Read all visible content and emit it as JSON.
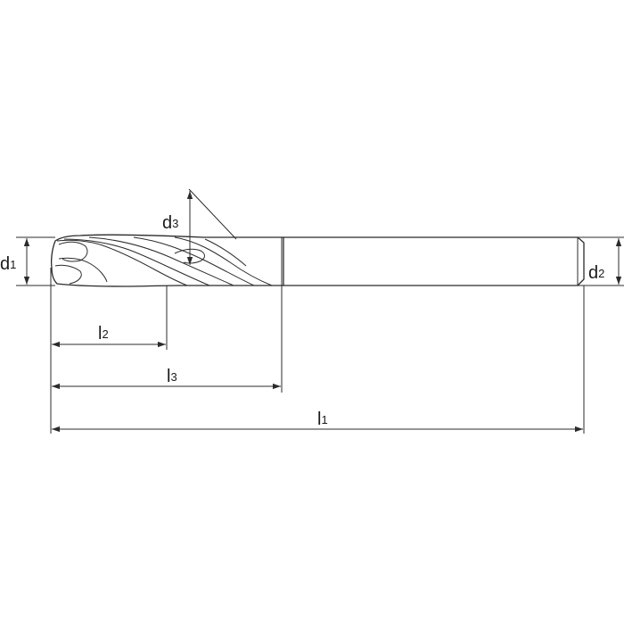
{
  "labels": {
    "d1": {
      "main": "d",
      "sub": "1"
    },
    "d2": {
      "main": "d",
      "sub": "2"
    },
    "d3": {
      "main": "d",
      "sub": "3"
    },
    "l1": {
      "main": "l",
      "sub": "1"
    },
    "l2": {
      "main": "l",
      "sub": "2"
    },
    "l3": {
      "main": "l",
      "sub": "3"
    }
  },
  "colors": {
    "line": "#2b2b2b",
    "background": "#ffffff"
  }
}
